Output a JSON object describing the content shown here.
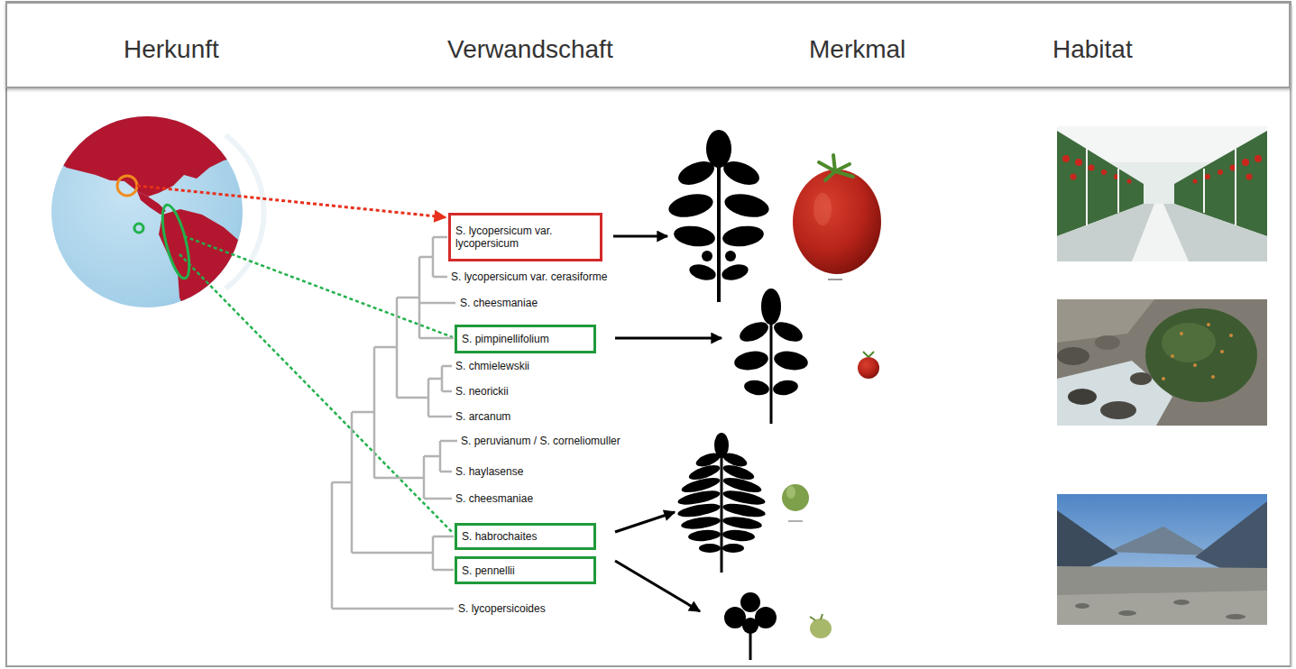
{
  "diagram": {
    "nodes": [
      {
        "text": [
          "Herkunft",
          "Verwandschaft",
          "Merkmal",
          "Habitat"
        ]
      },
      {
        "text": [
          "S. lycopersicum var. lycopersicum"
        ]
      },
      {
        "text": [
          "S. pimpinellifolium"
        ]
      },
      {
        "text": [
          "S. habrochaites"
        ]
      },
      {
        "text": [
          "S. pennellii"
        ]
      }
    ],
    "labels": [
      "S. lycopersicum var. cerasiforme",
      "S. cheesmaniae",
      "S. chmielewskii",
      "S. neorickii",
      "S. arcanum",
      "S. peruvianum / S. corneliomuller",
      "S. haylasense",
      "S. cheesmaniae",
      "S. lycopersicoides"
    ]
  }
}
